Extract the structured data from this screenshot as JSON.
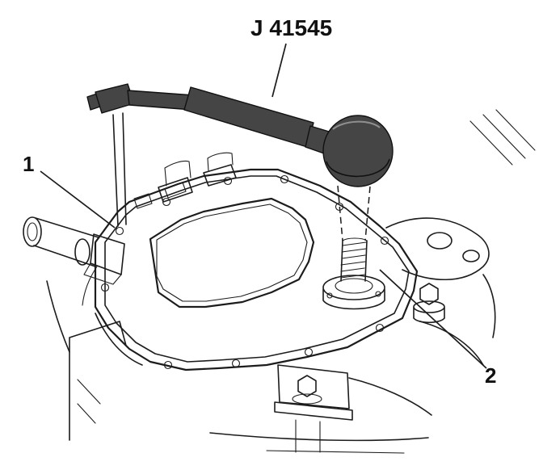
{
  "figure": {
    "type": "service-manual technical illustration",
    "tool_label": "J 41545",
    "callouts": [
      {
        "id": "1"
      },
      {
        "id": "2"
      }
    ]
  },
  "colors": {
    "background": "#ffffff",
    "line": "#1c1c1c",
    "tool_fill": "#454545"
  }
}
